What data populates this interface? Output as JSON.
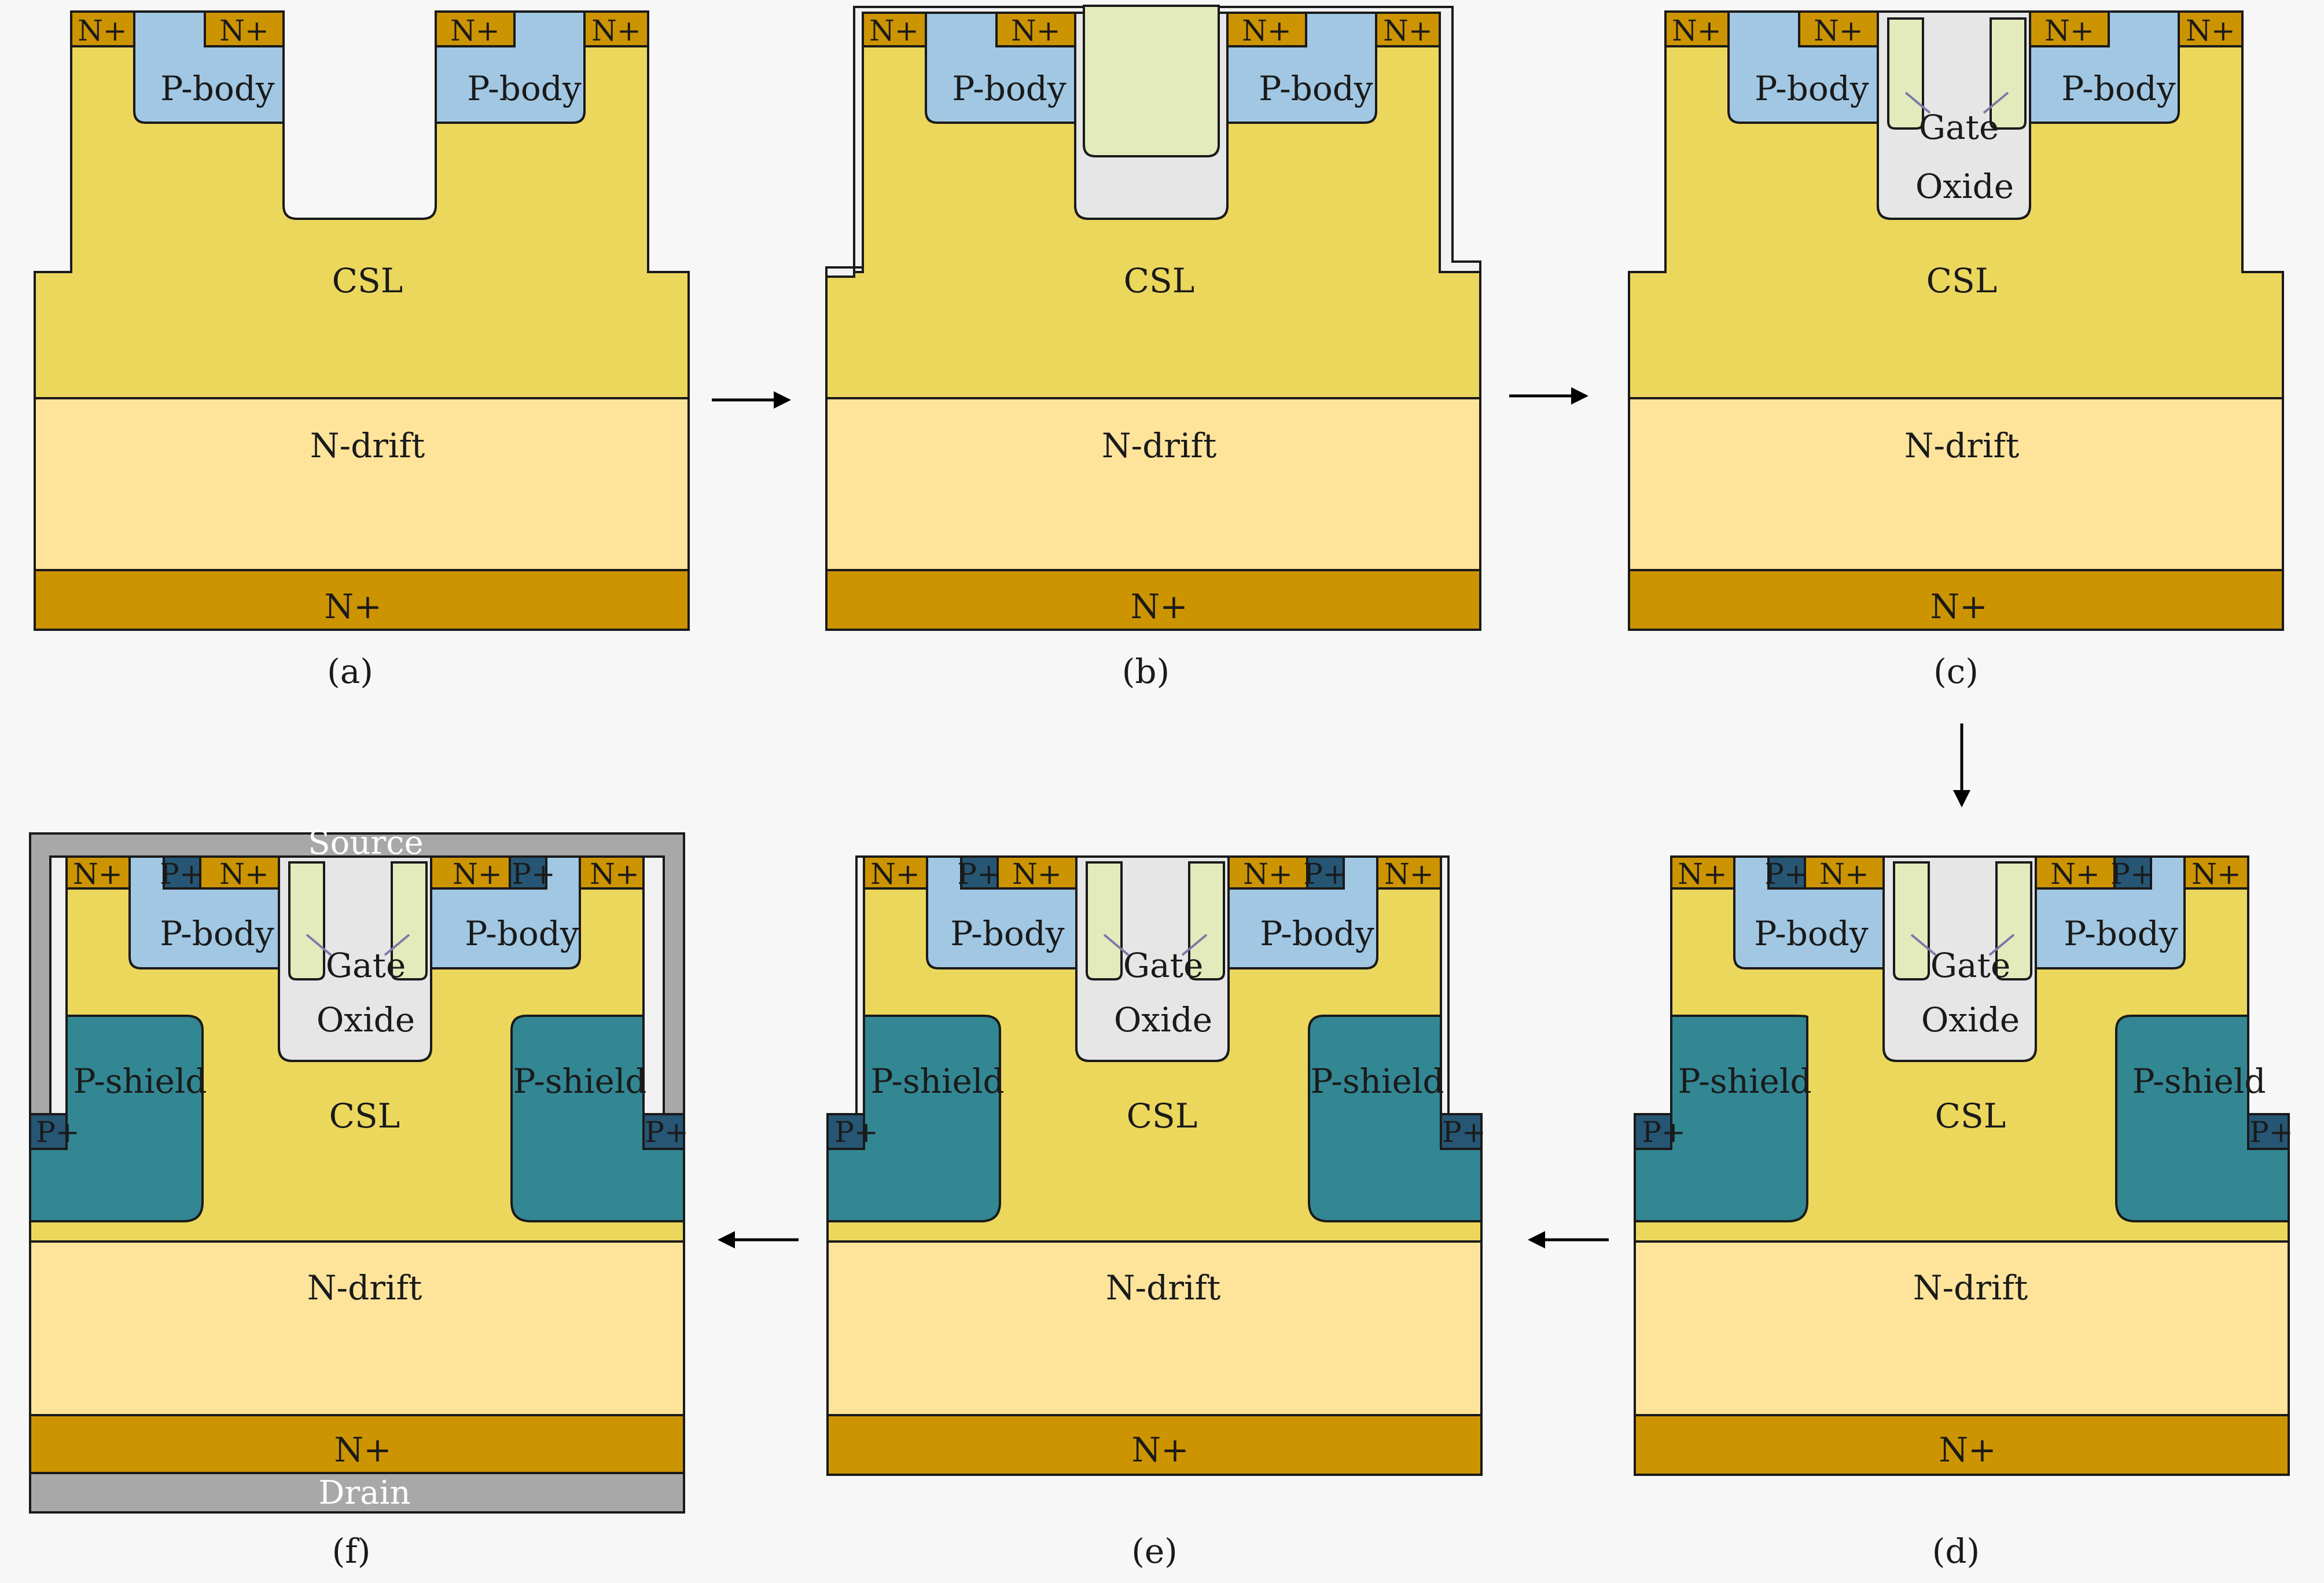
{
  "colors": {
    "csl": "#ecd75d",
    "ndrift": "#fee49b",
    "nplus": "#cd9402",
    "pbody": "#a1c7e3",
    "pshield": "#328793",
    "pplus": "#265674",
    "oxide": "#e6e6e6",
    "gate": "#e3ebbc",
    "metal": "#a8a8a8",
    "insulator": "#f2f2f2",
    "arrow": "#000000"
  },
  "labels": {
    "csl": "CSL",
    "ndrift": "N-drift",
    "nplus": "N+",
    "pbody": "P-body",
    "pshield": "P-shield",
    "pplus": "P+",
    "gate": "Gate",
    "oxide": "Oxide",
    "source": "Source",
    "drain": "Drain"
  },
  "panels": {
    "a": {
      "caption": "(a)"
    },
    "b": {
      "caption": "(b)"
    },
    "c": {
      "caption": "(c)"
    },
    "d": {
      "caption": "(d)"
    },
    "e": {
      "caption": "(e)"
    },
    "f": {
      "caption": "(f)"
    }
  },
  "flow": [
    "a",
    "b",
    "c",
    "d",
    "e",
    "f"
  ]
}
